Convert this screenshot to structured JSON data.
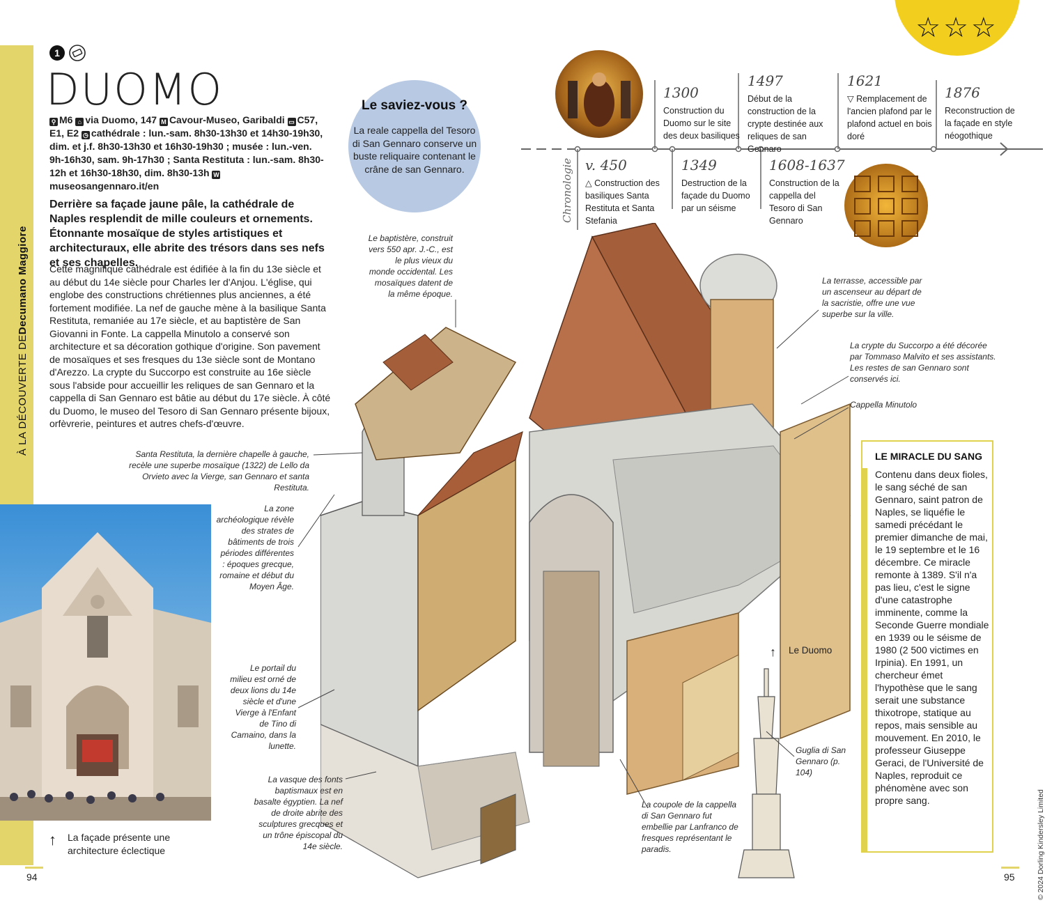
{
  "sidebar": {
    "prefix": "À LA DÉCOUVERTE DE ",
    "section": "Decumano Maggiore"
  },
  "header": {
    "number": "1",
    "title": "DUOMO"
  },
  "practical": {
    "map": "M6",
    "address": "via Duomo, 147",
    "metro": "Cavour-Museo, Garibaldi",
    "bus": "C57, E1, E2",
    "hours": "cathédrale : lun.-sam. 8h30-13h30 et 14h30-19h30, dim. et j.f. 8h30-13h30 et 16h30-19h30 ; musée : lun.-ven. 9h-16h30, sam. 9h-17h30 ; Santa Restituta : lun.-sam. 8h30-12h et 16h30-18h30, dim. 8h30-13h",
    "web": "museosangennaro.it/en"
  },
  "lede": "Derrière sa façade jaune pâle, la cathédrale de Naples resplendit de mille couleurs et ornements. Étonnante mosaïque de styles artistiques et architecturaux, elle abrite des trésors dans ses nefs et ses chapelles.",
  "body": "Cette magnifique cathédrale est édifiée à la fin du 13e siècle et au début du 14e siècle pour Charles Ier d'Anjou. L'église, qui englobe des constructions chrétiennes plus anciennes, a été fortement modifiée. La nef de gauche mène à la basilique Santa Restituta, remaniée au 17e siècle, et au baptistère de San Giovanni in Fonte. La cappella Minutolo a conservé son architecture et sa décoration gothique d'origine. Son pavement de mosaïques et ses fresques du 13e siècle sont de Montano d'Arezzo. La crypte du Succorpo est construite au 16e siècle sous l'abside pour accueillir les reliques de san Gennaro et la cappella di San Gennaro est bâtie au début du 17e siècle. À côté du Duomo, le museo del Tesoro di San Gennaro présente bijoux, orfèvrerie, peintures et autres chefs-d'œuvre.",
  "fact": {
    "title": "Le saviez-vous ?",
    "text": "La reale cappella del Tesoro di San Gennaro conserve un buste reliquaire contenant le crâne de san Gennaro."
  },
  "stars": "☆☆☆",
  "timeline": {
    "label": "Chronologie",
    "top": [
      {
        "year": "1300",
        "text": "Construction du Duomo sur le site des deux basiliques"
      },
      {
        "year": "1497",
        "text": "Début de la construction de la crypte destinée aux reliques de san Gennaro"
      },
      {
        "year": "1621",
        "text": "▽ Remplacement de l'ancien plafond par le plafond actuel en bois doré"
      },
      {
        "year": "1876",
        "text": "Reconstruction de la façade en style néogothique"
      }
    ],
    "bottom": [
      {
        "year": "v. 450",
        "text": "△ Construction des basiliques Santa Restituta et Santa Stefania"
      },
      {
        "year": "1349",
        "text": "Destruction de la façade du Duomo par un séisme"
      },
      {
        "year": "1608-1637",
        "text": "Construction de la cappella del Tesoro di San Gennaro"
      }
    ]
  },
  "captions": {
    "baptistere": "Le baptistère, construit vers 550 apr. J.-C., est le plus vieux du monde occidental. Les mosaïques datent de la même époque.",
    "restituta": "Santa Restituta, la dernière chapelle à gauche, recèle une superbe mosaïque (1322) de Lello da Orvieto avec la Vierge, san Gennaro et santa Restituta.",
    "zone": "La zone archéologique révèle des strates de bâtiments de trois périodes différentes : époques grecque, romaine et début du Moyen Âge.",
    "portail": "Le portail du milieu est orné de deux lions du 14e siècle et d'une Vierge à l'Enfant de Tino di Camaino, dans la lunette.",
    "vasque": "La vasque des fonts baptismaux est en basalte égyptien. La nef de droite abrite des sculptures grecques et un trône épiscopal du 14e siècle.",
    "coupole": "La coupole de la cappella di San Gennaro fut embellie par Lanfranco de fresques représentant le paradis.",
    "guglia": "Guglia di San Gennaro (p. 104)",
    "terrasse": "La terrasse, accessible par un ascenseur au départ de la sacristie, offre une vue superbe sur la ville.",
    "crypte": "La crypte du Succorpo a été décorée par Tommaso Malvito et ses assistants. Les restes de san Gennaro sont conservés ici.",
    "minutolo": "Cappella Minutolo",
    "duomo": "Le Duomo",
    "facade": "La façade présente une architecture éclectique"
  },
  "miracle": {
    "title": "LE MIRACLE DU SANG",
    "text": "Contenu dans deux fioles, le sang séché de san Gennaro, saint patron de Naples, se liquéfie le samedi précédant le premier dimanche de mai, le 19 septembre et le 16 décembre. Ce miracle remonte à 1389. S'il n'a pas lieu, c'est le signe d'une catastrophe imminente, comme la Seconde Guerre mondiale en 1939 ou le séisme de 1980 (2 500 victimes en Irpinia). En 1991, un chercheur émet l'hypothèse que le sang serait une substance thixotrope, statique au repos, mais sensible au mouvement. En 2010, le professeur Giuseppe Geraci, de l'Université de Naples, reproduit ce phénomène avec son propre sang."
  },
  "pages": {
    "left": "94",
    "right": "95"
  },
  "copyright": "© 2024 Dorling Kindersley Limited",
  "colors": {
    "accent_yellow": "#e3d56a",
    "stars_yellow": "#f2cf1e",
    "fact_blue": "#b8c9e3"
  }
}
